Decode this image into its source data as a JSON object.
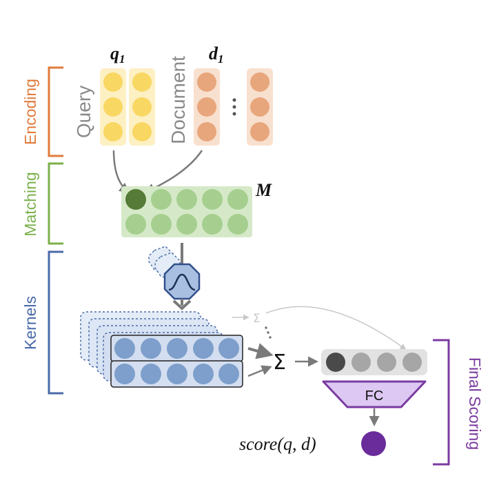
{
  "labels": {
    "encoding": "Encoding",
    "matching": "Matching",
    "kernels": "Kernels",
    "final_scoring": "Final Scoring",
    "query": "Query",
    "document": "Document",
    "q1_base": "q",
    "q1_sub": "1",
    "d1_base": "d",
    "d1_sub": "1",
    "matrix": "M",
    "sum": "Σ",
    "sum_faint": "Σ",
    "fc": "FC",
    "score": "score(q,  d)"
  },
  "colors": {
    "encoding": "#e07a3a",
    "matching": "#7ab04a",
    "kernels": "#4a6aaa",
    "final_scoring": "#7a3aa0",
    "query_dot": "#f9d763",
    "query_bg": "#fdf0c3",
    "doc_dot": "#e8a67c",
    "doc_bg": "#f8e0cf",
    "match_dot": "#a6cf8f",
    "match_bg": "#d5e9c8",
    "match_dark": "#567a37",
    "kernel_dot": "#7e9fcb",
    "kernel_bg": "#d3def0",
    "fc_fill": "#dcc8f2",
    "score_dot": "#6a2c9a"
  }
}
